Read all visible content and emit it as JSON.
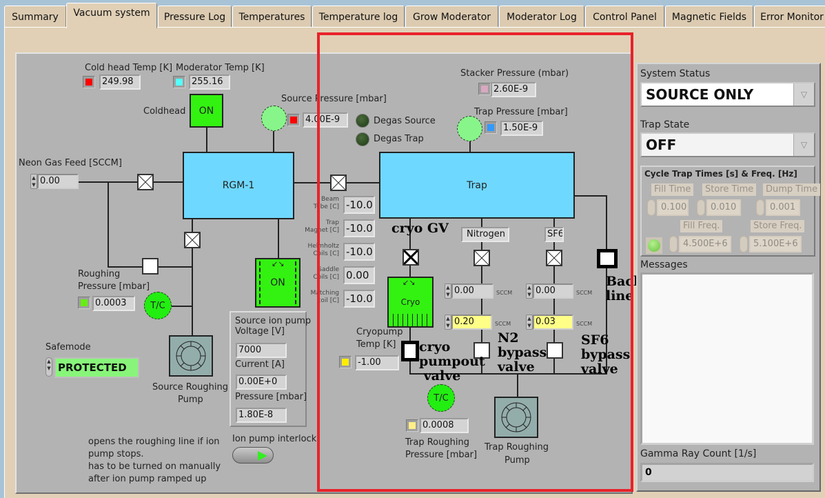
{
  "tabs": [
    {
      "label": "Summary",
      "active": false
    },
    {
      "label": "Vacuum system",
      "active": true
    },
    {
      "label": "Pressure Log",
      "active": false
    },
    {
      "label": "Temperatures",
      "active": false
    },
    {
      "label": "Temperature log",
      "active": false
    },
    {
      "label": "Grow Moderator",
      "active": false
    },
    {
      "label": "Moderator Log",
      "active": false
    },
    {
      "label": "Control Panel",
      "active": false
    },
    {
      "label": "Magnetic Fields",
      "active": false
    },
    {
      "label": "Error Monitor",
      "active": false
    }
  ],
  "colors": {
    "chamber": "#6fd8ff",
    "on_green": "#33f211",
    "annotation_box": "#e8222b",
    "led_red": "#ff0000",
    "led_cyan": "#55ffff",
    "led_green": "#66ee11",
    "led_blue": "#3399ff",
    "led_yellow": "#ffee00",
    "led_pink": "#d8a8c0"
  },
  "source": {
    "cold_head_temp": {
      "label": "Cold head Temp [K]",
      "value": "249.98"
    },
    "moderator_temp": {
      "label": "Moderator Temp [K]",
      "value": "255.16"
    },
    "coldhead": {
      "label": "Coldhead",
      "state": "ON"
    },
    "source_pressure": {
      "label": "Source Pressure [mbar]",
      "value": "4.00E-9"
    },
    "degas_source": "Degas Source",
    "degas_trap": "Degas Trap",
    "neon_gas_feed": {
      "label": "Neon Gas Feed [SCCM]",
      "value": "0.00"
    },
    "rgm_label": "RGM-1",
    "roughing_pressure": {
      "label_line1": "Roughing",
      "label_line2": "Pressure [mbar]",
      "value": "0.0003"
    },
    "tc_label": "T/C",
    "ion_pump_state": "ON",
    "safemode": {
      "label": "Safemode",
      "value": "PROTECTED"
    },
    "source_roughing_pump": {
      "line1": "Source Roughing",
      "line2": "Pump"
    },
    "ion_pump": {
      "title_line1": "Source ion pump",
      "voltage_label": "Voltage [V]",
      "voltage": "7000",
      "current_label": "Current [A]",
      "current": "0.00E+0",
      "pressure_label": "Pressure [mbar]",
      "pressure": "1.80E-8"
    },
    "interlock_label": "Ion pump interlock",
    "interlock_note": [
      "opens the roughing line if ion",
      "pump stops.",
      "has to be turned on manually",
      "after ion pump ramped up"
    ]
  },
  "temps": [
    {
      "line1": "Beam",
      "line2": "Tube [C]",
      "value": "-10.0"
    },
    {
      "line1": "Trap",
      "line2": "Magnet [C]",
      "value": "-10.0"
    },
    {
      "line1": "Helmholtz",
      "line2": "Coils [C]",
      "value": "-10.0"
    },
    {
      "line1": "Saddle",
      "line2": "Coils [C]",
      "value": "0.00"
    },
    {
      "line1": "Matching",
      "line2": "coil [C]",
      "value": "-10.0"
    }
  ],
  "trap": {
    "stacker_pressure": {
      "label": "Stacker Pressure (mbar)",
      "value": "2.60E-9"
    },
    "trap_pressure": {
      "label": "Trap Pressure [mbar]",
      "value": "1.50E-9"
    },
    "chamber_label": "Trap",
    "nitrogen": {
      "label": "Nitrogen",
      "flow_set": "0.00",
      "flow_read": "0.20",
      "unit": "SCCM"
    },
    "sf6": {
      "label": "SF6",
      "flow_set": "0.00",
      "flow_read": "0.03",
      "unit": "SCCM"
    },
    "cryo_label": "Cryo",
    "cryopump_temp": {
      "line1": "Cryopump",
      "line2": "Temp [K]",
      "value": "-1.00"
    },
    "tc_label": "T/C",
    "trap_roughing_pressure": {
      "line1": "Trap Roughing",
      "line2": "Pressure [mbar]",
      "value": "0.0008"
    },
    "trap_roughing_pump": {
      "line1": "Trap Roughing",
      "line2": "Pump"
    }
  },
  "annotations": {
    "cryo_gv": "cryo GV",
    "backing_line_gv": [
      "Backing",
      "line GV"
    ],
    "cryo_pumpout": [
      "cryo",
      "pumpout",
      "valve"
    ],
    "n2_bypass": [
      "N2",
      "bypass",
      "valve"
    ],
    "sf6_bypass": [
      "SF6",
      "bypass",
      "valve"
    ]
  },
  "sidebar": {
    "system_status": {
      "label": "System Status",
      "value": "SOURCE ONLY"
    },
    "trap_state": {
      "label": "Trap State",
      "value": "OFF"
    },
    "cycle": {
      "title": "Cycle Trap Times [s] & Freq. [Hz]",
      "fill_time": {
        "label": "Fill Time",
        "value": "0.100"
      },
      "store_time": {
        "label": "Store Time",
        "value": "0.010"
      },
      "dump_time": {
        "label": "Dump Time",
        "value": "0.001"
      },
      "fill_freq": {
        "label": "Fill Freq.",
        "value": "4.500E+6"
      },
      "store_freq": {
        "label": "Store Freq.",
        "value": "5.100E+6"
      }
    },
    "messages_label": "Messages",
    "messages_value": "",
    "gamma": {
      "label": "Gamma Ray Count [1/s]",
      "value": "0"
    }
  }
}
